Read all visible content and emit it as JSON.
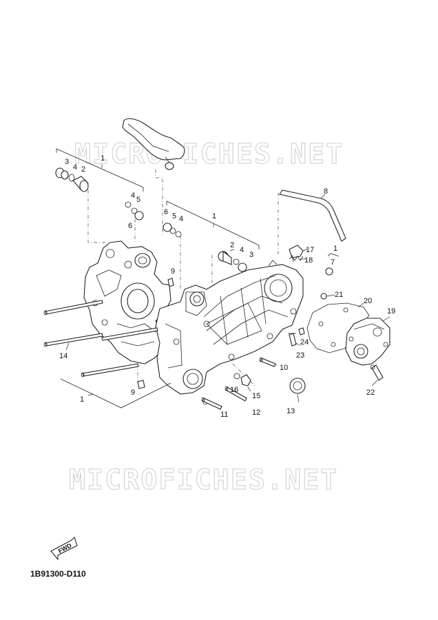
{
  "watermarks": [
    "MICROFICHES.NET",
    "MICROFICHES.NET"
  ],
  "fwd_label": "FWD",
  "catalog_code": "1B91300-D110",
  "callouts": [
    "1",
    "2",
    "3",
    "4",
    "5",
    "6",
    "7",
    "8",
    "9",
    "10",
    "11",
    "12",
    "13",
    "14",
    "15",
    "16",
    "17",
    "18",
    "19",
    "20",
    "21",
    "22",
    "23",
    "24"
  ],
  "callout_instances": [
    {
      "id": "c3a",
      "label": "3"
    },
    {
      "id": "c4a",
      "label": "4"
    },
    {
      "id": "c2a",
      "label": "2"
    },
    {
      "id": "c1a",
      "label": "1"
    },
    {
      "id": "c4b",
      "label": "4"
    },
    {
      "id": "c5b",
      "label": "5"
    },
    {
      "id": "c6b",
      "label": "6"
    },
    {
      "id": "c6c",
      "label": "6"
    },
    {
      "id": "c5c",
      "label": "5"
    },
    {
      "id": "c4c",
      "label": "4"
    },
    {
      "id": "c1b",
      "label": "1"
    },
    {
      "id": "c2b",
      "label": "2"
    },
    {
      "id": "c4d",
      "label": "4"
    },
    {
      "id": "c3b",
      "label": "3"
    },
    {
      "id": "c8",
      "label": "8"
    },
    {
      "id": "c17",
      "label": "17"
    },
    {
      "id": "c18",
      "label": "18"
    },
    {
      "id": "c1c",
      "label": "1"
    },
    {
      "id": "c7",
      "label": "7"
    },
    {
      "id": "c9a",
      "label": "9"
    },
    {
      "id": "c21",
      "label": "21"
    },
    {
      "id": "c20",
      "label": "20"
    },
    {
      "id": "c19",
      "label": "19"
    },
    {
      "id": "c24",
      "label": "24"
    },
    {
      "id": "c23",
      "label": "23"
    },
    {
      "id": "c14",
      "label": "14"
    },
    {
      "id": "c10",
      "label": "10"
    },
    {
      "id": "c16",
      "label": "16"
    },
    {
      "id": "c15",
      "label": "15"
    },
    {
      "id": "c9b",
      "label": "9"
    },
    {
      "id": "c1d",
      "label": "1"
    },
    {
      "id": "c11",
      "label": "11"
    },
    {
      "id": "c12",
      "label": "12"
    },
    {
      "id": "c13",
      "label": "13"
    },
    {
      "id": "c22",
      "label": "22"
    }
  ]
}
